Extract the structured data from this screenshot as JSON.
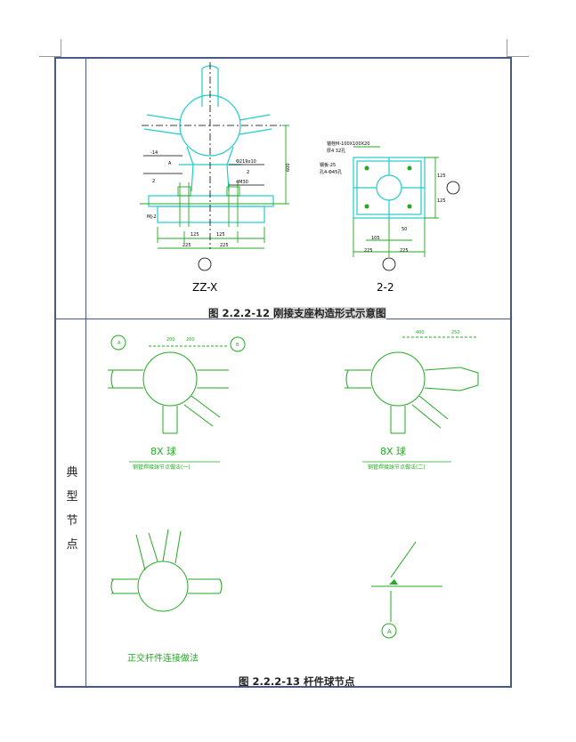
{
  "side_label": [
    "典",
    "型",
    "节",
    "点"
  ],
  "caption_top": {
    "prefix": "图 2.2.2-12",
    "title": "刚接支座构造形式示意图"
  },
  "caption_bottom": {
    "prefix": "图 2.2.2-13",
    "title": "杆件球节点"
  },
  "drawing_labels": {
    "zz": "ZZ-X",
    "sec22": "2-2",
    "d600": "600",
    "d125a": "125",
    "d125b": "125",
    "d225a": "225",
    "d225b": "225",
    "d225c": "225",
    "d225d": "225",
    "d105": "105",
    "d125c": "125",
    "d125d": "125",
    "d50": "50",
    "bolt": "锚栓M-100X100X20",
    "bolt2": "厚4 32孔",
    "pl": "钢板-25",
    "pl2": "孔4-Φ45孔",
    "mj": "MJ-2",
    "m14": "-14",
    "a1": "A",
    "phi": "Φ219x10",
    "m30": "4M30",
    "lbl2": "2",
    "lbl2b": "2",
    "circleA": "A",
    "circleB": "B",
    "sx1": "8X 球",
    "sx1sub": "钢管焊接球节点做法(一)",
    "sx2": "8X 球",
    "sx2sub": "钢管焊接球节点做法(二)",
    "orth": "正交杆件连接做法",
    "circleA2": "A",
    "d200": "200",
    "d200b": "200",
    "d400": "400",
    "d250": "250"
  }
}
